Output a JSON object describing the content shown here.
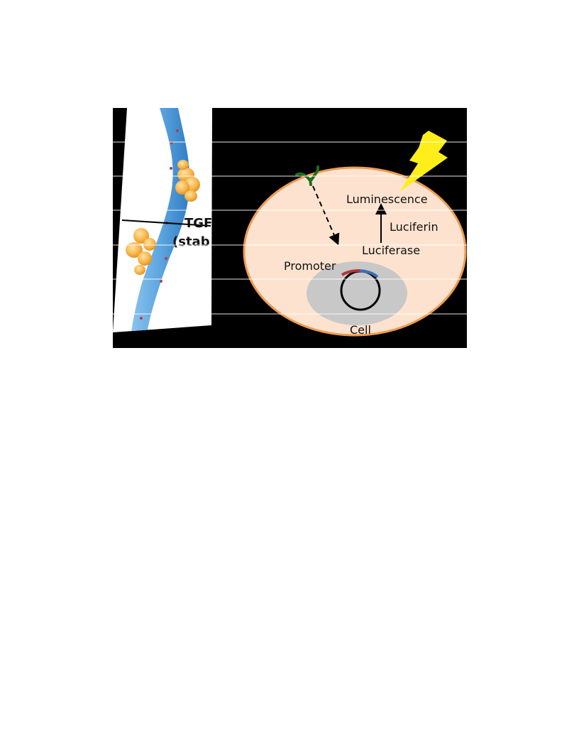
{
  "figure": {
    "left_panel": {
      "label_line1": "TGF",
      "label_line2": "(stab"
    },
    "cell_diagram": {
      "luminescence": "Luminescence",
      "luciferin": "Luciferin",
      "luciferase": "Luciferase",
      "promoter": "Promoter",
      "cell": "Cell"
    },
    "colors": {
      "background": "#000000",
      "cell_fill": "#fde3cf",
      "cell_border": "#ed9b52",
      "nucleus": "#c8c8c8",
      "receptor": "#1e6e1e",
      "lightning": "#ffee1a",
      "fiber": "#5ea6e0",
      "protein": "#f7b548",
      "promoter_red": "#b2343b",
      "reporter_blue": "#3d6fb5"
    },
    "icons": [
      "lightning-bolt-icon",
      "receptor-icon",
      "plasmid-icon"
    ]
  }
}
